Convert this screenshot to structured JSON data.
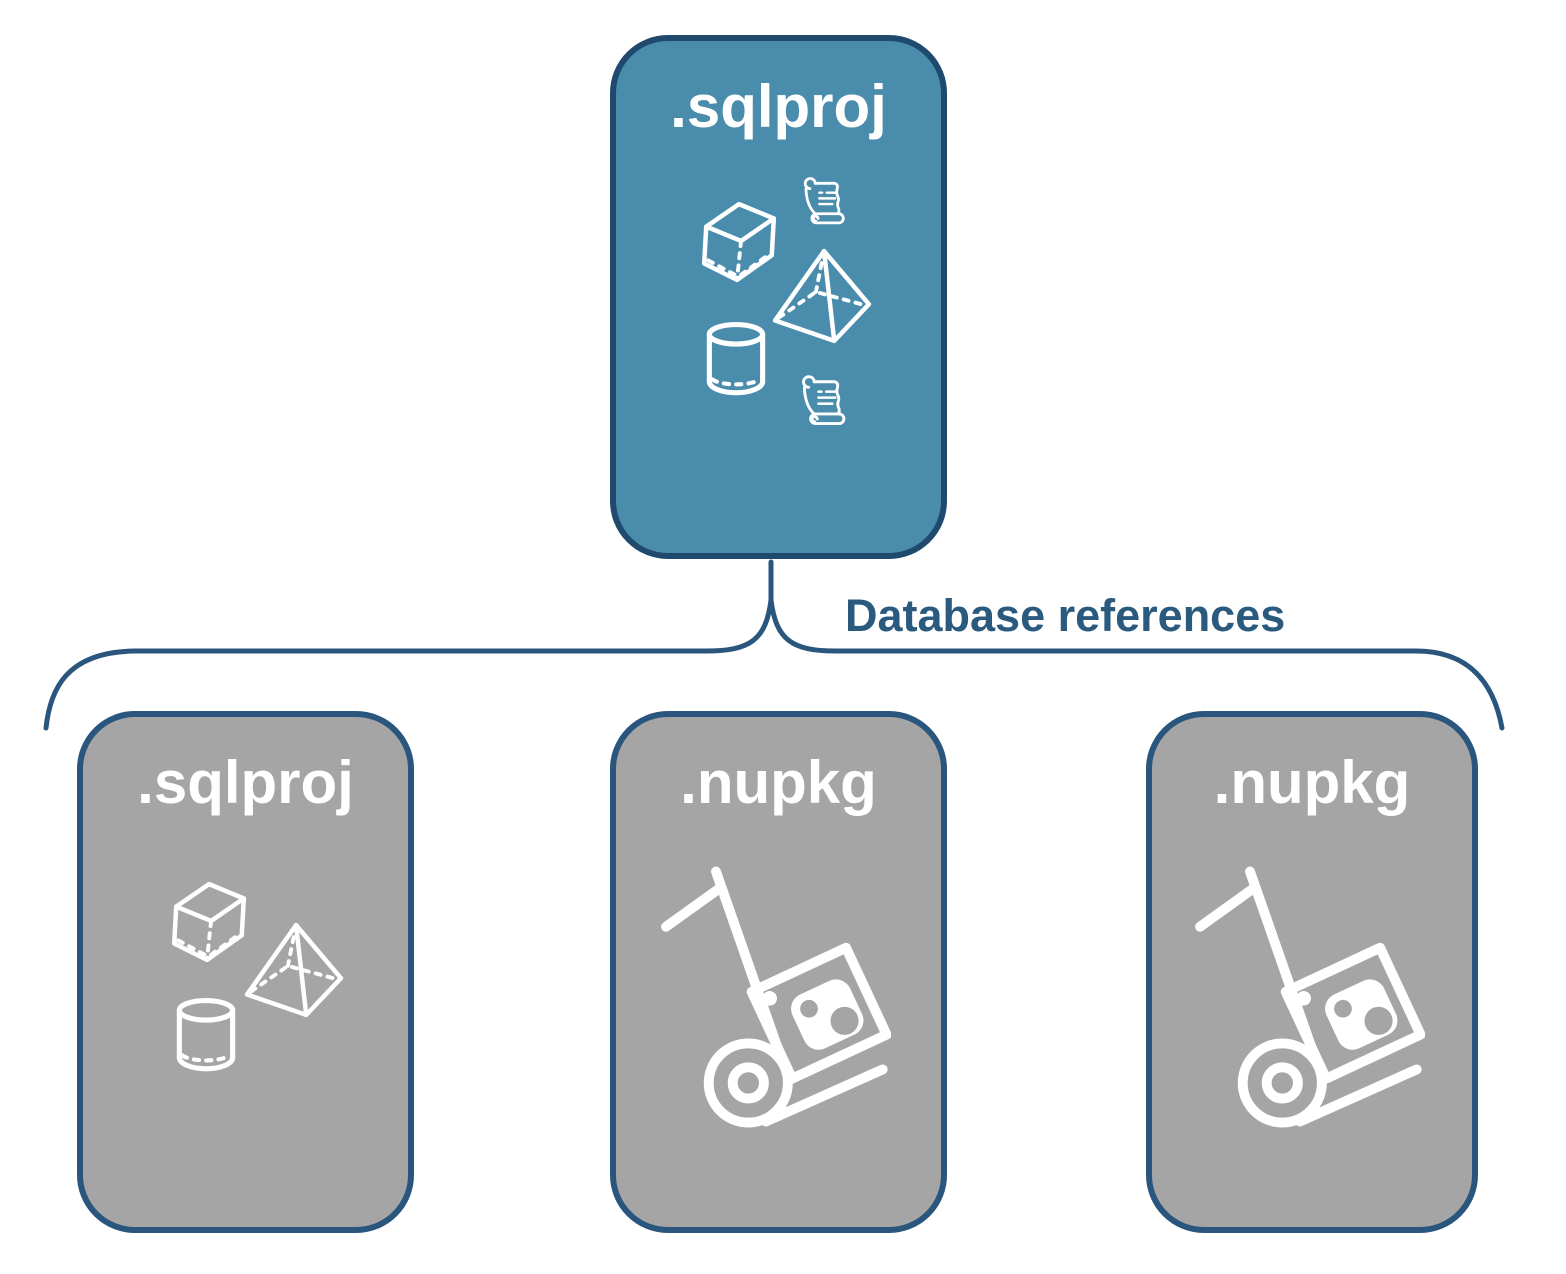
{
  "diagram": {
    "connector_label": "Database references",
    "colors": {
      "primary_fill": "#4a8cac",
      "primary_border": "#1f4a6e",
      "secondary_fill": "#a5a5a5",
      "secondary_border": "#2a567d",
      "connector_line": "#2a567d",
      "label_text": "#2b5a7f",
      "node_text": "#ffffff"
    },
    "top_node": {
      "label": ".sqlproj",
      "variant": "primary",
      "icons": [
        "scroll-icon",
        "cube-icon",
        "pyramid-icon",
        "database-cylinder-icon",
        "scroll-icon"
      ]
    },
    "child_nodes": [
      {
        "label": ".sqlproj",
        "variant": "secondary",
        "icons": [
          "cube-icon",
          "pyramid-icon",
          "database-cylinder-icon"
        ]
      },
      {
        "label": ".nupkg",
        "variant": "secondary",
        "icons": [
          "package-dolly-icon"
        ]
      },
      {
        "label": ".nupkg",
        "variant": "secondary",
        "icons": [
          "package-dolly-icon"
        ]
      }
    ]
  }
}
